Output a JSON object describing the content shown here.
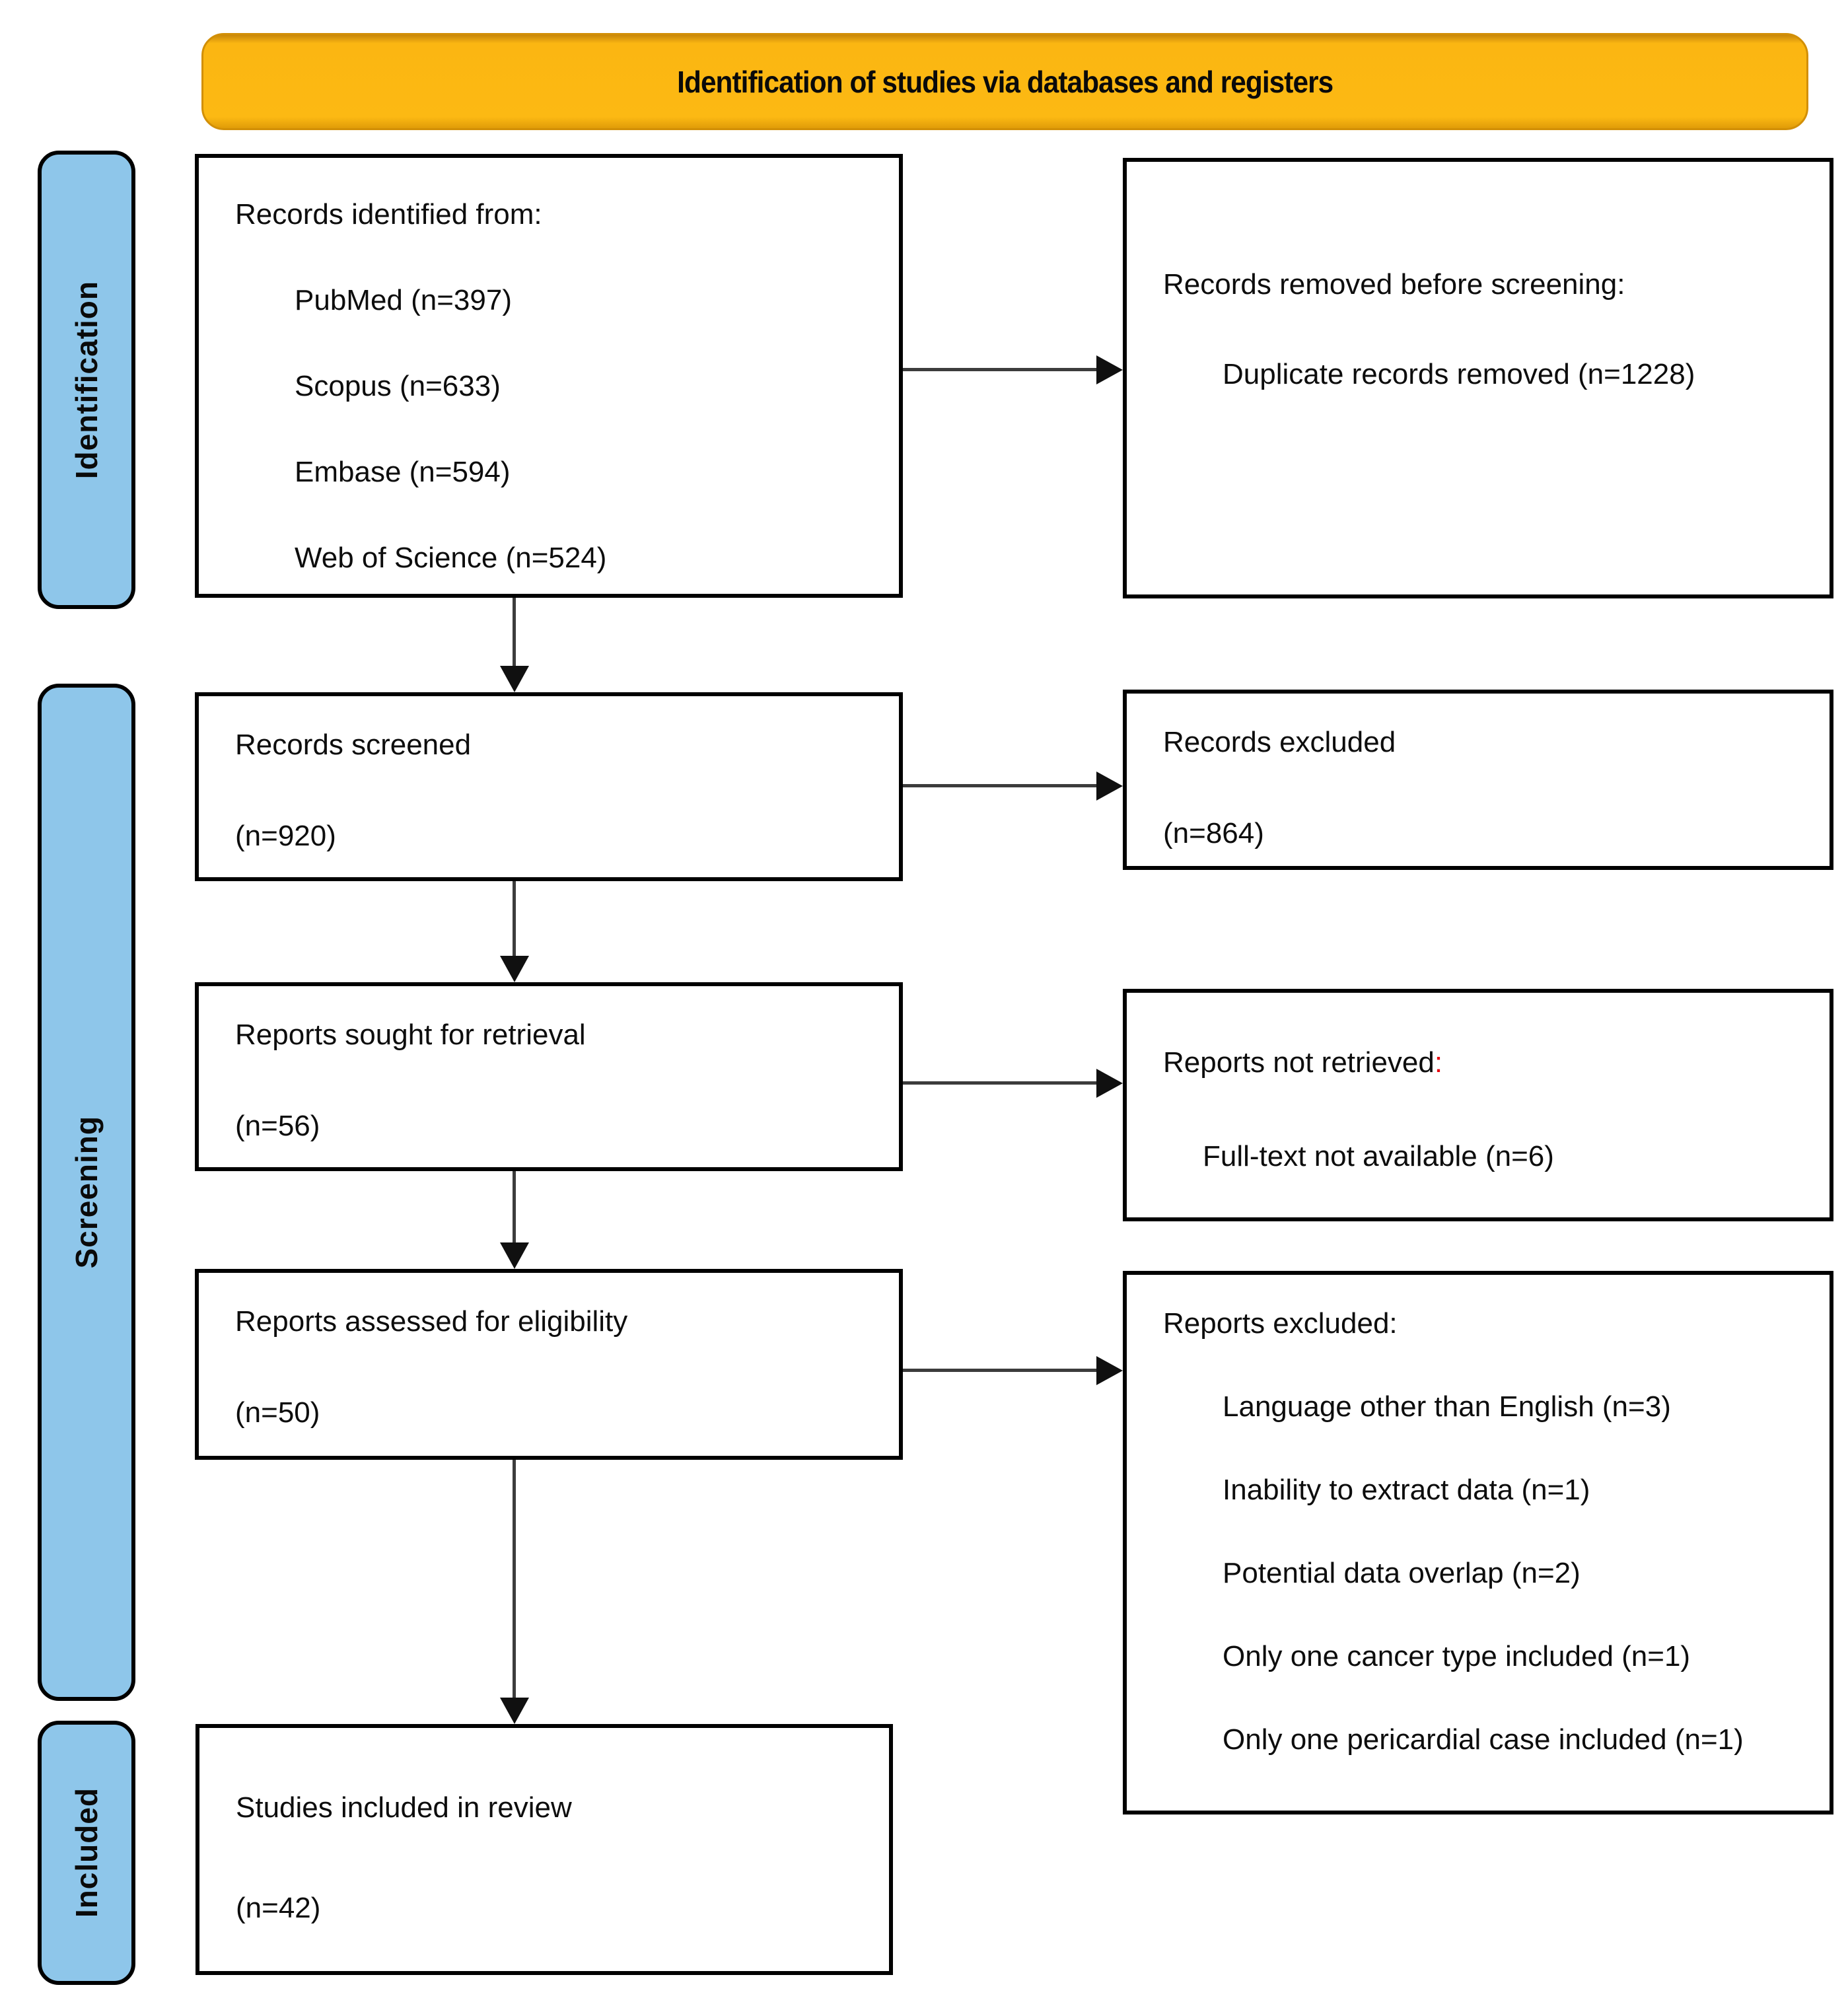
{
  "header": {
    "title": "Identification of studies via databases and registers"
  },
  "stages": {
    "identification": "Identification",
    "screening": "Screening",
    "included": "Included"
  },
  "boxes": {
    "records_identified": {
      "title": "Records identified from:",
      "items": [
        "PubMed (n=397)",
        "Scopus (n=633)",
        "Embase (n=594)",
        "Web of Science (n=524)"
      ]
    },
    "records_removed": {
      "title": "Records removed before screening:",
      "items": [
        "Duplicate records removed (n=1228)"
      ]
    },
    "records_screened": {
      "line1": "Records screened",
      "line2": "(n=920)"
    },
    "records_excluded": {
      "line1": "Records excluded",
      "line2": "(n=864)"
    },
    "reports_sought": {
      "line1": "Reports sought for retrieval",
      "line2": "(n=56)"
    },
    "reports_not_retrieved": {
      "title": "Reports not retrieved",
      "colon": ":",
      "items": [
        "Full-text not available (n=6)"
      ]
    },
    "reports_assessed": {
      "line1": "Reports assessed for eligibility",
      "line2": "(n=50)"
    },
    "reports_excluded": {
      "title": "Reports excluded:",
      "items": [
        "Language other than English (n=3)",
        "Inability to extract data (n=1)",
        "Potential data overlap (n=2)",
        "Only one cancer type included (n=1)",
        "Only one pericardial case included (n=1)"
      ]
    },
    "studies_included": {
      "line1": "Studies included in review",
      "line2": "(n=42)"
    }
  },
  "colors": {
    "banner_bg": "#fcb913",
    "banner_edge": "#d28f06",
    "stage_bg": "#8ec6ea",
    "box_border": "#000000",
    "connector": "#3c3c3c",
    "accent_red": "#e8000d",
    "text": "#0d0d0d"
  }
}
